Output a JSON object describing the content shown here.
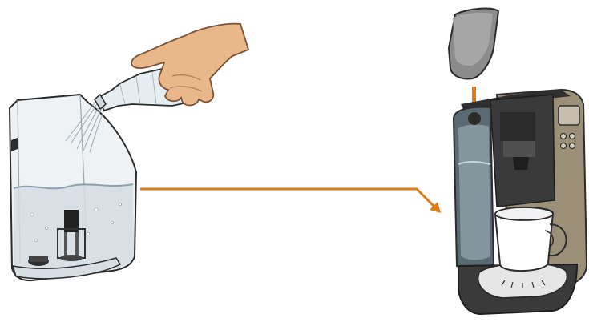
{
  "diagram": {
    "steps": [
      {
        "name": "fill-reservoir",
        "object": "water-reservoir",
        "action": "pour-bottled-water"
      },
      {
        "name": "install-reservoir",
        "object": "coffee-brewer",
        "action": "attach-lid"
      }
    ],
    "colors": {
      "arrow": "#E07B1A",
      "outline": "#2b2b2b",
      "reservoir_glass": "#e9eef1",
      "water": "#c9d6de",
      "skin": "#e8b88a",
      "brewer_body": "#3a3a3a",
      "brewer_accent": "#9c8f78",
      "lid": "#8c8c8c",
      "mug": "#ffffff"
    }
  }
}
